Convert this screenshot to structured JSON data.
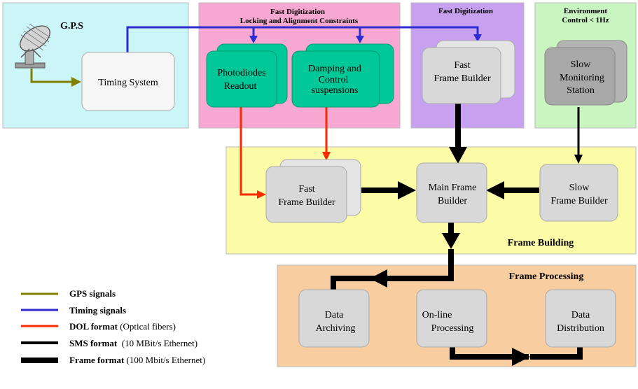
{
  "zones": {
    "gps": {
      "label": "G.P.S",
      "color": "#ccf5f8"
    },
    "fast_lock": {
      "label_line1": "Fast Digitization",
      "label_line2": "Locking and Alignment Constraints",
      "color": "#f7a8d2"
    },
    "fast_digit": {
      "label": "Fast Digitization",
      "color": "#c8a0f0"
    },
    "environment": {
      "label_line1": "Environment",
      "label_line2": "Control < 1Hz",
      "color": "#c8f5c0"
    },
    "frame_building": {
      "label": "Frame Building",
      "color": "#fbfba8"
    },
    "frame_processing": {
      "label": "Frame Processing",
      "color": "#f8cda0"
    }
  },
  "boxes": {
    "timing_system": {
      "lines": [
        "Timing System"
      ]
    },
    "photodiodes": {
      "lines": [
        "Photodiodes",
        "Readout"
      ]
    },
    "damping": {
      "lines": [
        "Damping and",
        "Control",
        "suspensions"
      ]
    },
    "fast_fb_top": {
      "lines": [
        "Fast",
        "Frame Builder"
      ]
    },
    "slow_monitoring": {
      "lines": [
        "Slow",
        "Monitoring",
        "Station"
      ]
    },
    "fast_fb_mid": {
      "lines": [
        "Fast",
        "Frame Builder"
      ]
    },
    "main_fb": {
      "lines": [
        "Main Frame",
        "Builder"
      ]
    },
    "slow_fb": {
      "lines": [
        "Slow",
        "Frame Builder"
      ]
    },
    "data_archiving": {
      "lines": [
        "Data",
        "Archiving"
      ]
    },
    "online_processing": {
      "lines": [
        "On-line",
        "Processing"
      ]
    },
    "data_distribution": {
      "lines": [
        "Data",
        "Distribution"
      ]
    }
  },
  "legend": [
    {
      "label": "GPS signals",
      "sub": "",
      "color": "#808000",
      "width": 3
    },
    {
      "label": "Timing signals",
      "sub": "",
      "color": "#2c2cd0",
      "width": 3
    },
    {
      "label": "DOL format",
      "sub": " (Optical fibers)",
      "color": "#ff2a00",
      "width": 3
    },
    {
      "label": "SMS format",
      "sub": "  (10 MBit/s Ethernet)",
      "color": "#000000",
      "width": 4
    },
    {
      "label": "Frame format",
      "sub": " (100 Mbit/s Ethernet)",
      "color": "#000000",
      "width": 8
    }
  ],
  "colors": {
    "gps_signal": "#808000",
    "timing_signal": "#2c2cd0",
    "dol_format": "#ff2a00",
    "sms_format": "#000000",
    "frame_format": "#000000",
    "teal_box": "#00c898",
    "gray_box": "#d8d8d8",
    "dark_gray_box": "#a8a8a8",
    "white_box": "#f6f6f6"
  }
}
